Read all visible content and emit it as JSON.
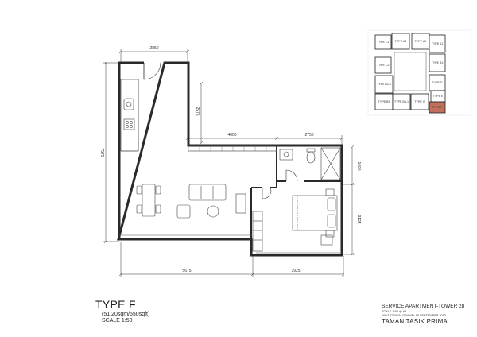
{
  "plan": {
    "type_title": "TYPE F",
    "area": "(51.20sqm/550sqft)",
    "scale": "SCALE 1:50",
    "dimensions": {
      "top_width": "2850",
      "left_height": "7575",
      "inner_vertical": "2575",
      "mid_width": "4000",
      "right_top_width": "2750",
      "right_height_upper": "1600",
      "right_height_lower": "3125",
      "bottom_left": "5675",
      "bottom_right": "3925"
    }
  },
  "project": {
    "name": "SERVICE APARTMENT-TOWER 28",
    "sub1": "SCALE 1:50 @ A3",
    "sub2": "100/1/TTP/03A   DRAWN: 18 SEPTEMBER 2013",
    "title": "TAMAN TASIK PRIMA"
  },
  "keyplan": {
    "units": [
      "TYPE C1",
      "TYPE A4",
      "TYPE A2",
      "TYPE A1",
      "TYPE C2",
      "TYPE B1",
      "TYPE B2-1",
      "TYPE D",
      "TYPE E",
      "TYPE B3",
      "TYPE B4-1",
      "TYPE G",
      "TYPE F"
    ],
    "highlight_color": "#c0705a"
  }
}
